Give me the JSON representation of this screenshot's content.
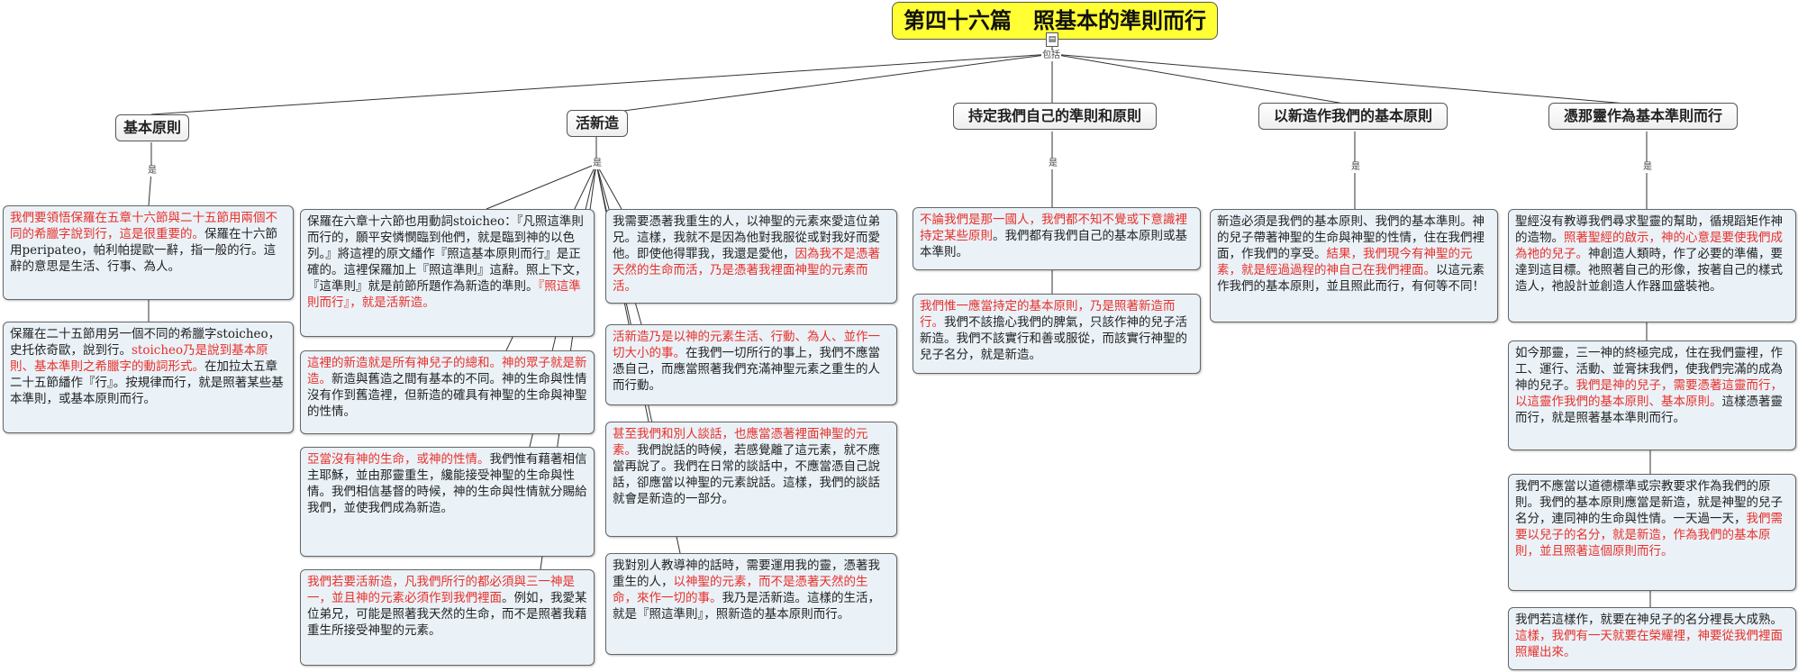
{
  "title": "第四十六篇　照基本的準則而行",
  "icon": "document-icon",
  "edge_labels": {
    "root": "包括",
    "branch": "是"
  },
  "branches": [
    {
      "label": "基本原則",
      "leaves": [
        [
          {
            "t": "我們要領悟保羅在五章十六節與二十五節用兩個不同的希臘字說到行，這是很重要的。",
            "red": true
          },
          {
            "t": "保羅在十六節用peripateo，帕利帕提歐一辭，指一般的行。這辭的意思是生活、行事、為人。",
            "red": false
          }
        ],
        [
          {
            "t": "保羅在二十五節用另一個不同的希臘字stoicheo，史托依奇歐，說到行。",
            "red": false
          },
          {
            "t": "stoicheo乃是說到基本原則、基本準則之希臘字的動詞形式。",
            "red": true
          },
          {
            "t": "在加拉太五章二十五節繙作『行』。按規律而行，就是照著某些基本準則，或基本原則而行。",
            "red": false
          }
        ]
      ]
    },
    {
      "label": "活新造",
      "leaves": [
        [
          {
            "t": "保羅在六章十六節也用動詞stoicheo：『凡照這準則而行的，願平安憐憫臨到他們，就是臨到神的以色列。』將這裡的原文繙作『照這基本原則而行』是正確的。這裡保羅加上『照這準則』這辭。照上下文，『這準則』就是前節所題作為新造的準則。",
            "red": false
          },
          {
            "t": "『照這準則而行』，就是活新造。",
            "red": true
          }
        ],
        [
          {
            "t": "這裡的新造就是所有神兒子的總和。神的眾子就是新造。",
            "red": true
          },
          {
            "t": "新造與舊造之間有基本的不同。神的生命與性情沒有作到舊造裡，但新造的確具有神聖的生命與神聖的性情。",
            "red": false
          }
        ],
        [
          {
            "t": "亞當沒有神的生命，或神的性情。",
            "red": true
          },
          {
            "t": "我們惟有藉著相信主耶穌，並由那靈重生，纔能接受神聖的生命與性情。我們相信基督的時候，神的生命與性情就分賜給我們，並使我們成為新造。",
            "red": false
          }
        ],
        [
          {
            "t": "我們若要活新造，凡我們所行的都必須與三一神是一，並且神的元素必須作到我們裡面",
            "red": true
          },
          {
            "t": "。例如，我愛某位弟兄，可能是照著我天然的生命，而不是照著我藉重生所接受神聖的元素。",
            "red": false
          }
        ],
        [
          {
            "t": "我需要憑著我重生的人，以神聖的元素來愛這位弟兄。這樣，我就不是因為他對我服從或對我好而愛他。即使他得罪我，我還是愛他，",
            "red": false
          },
          {
            "t": "因為我不是憑著天然的生命而活，乃是憑著我裡面神聖的元素而活。",
            "red": true
          }
        ],
        [
          {
            "t": "活新造乃是以神的元素生活、行動、為人、並作一切大小的事。",
            "red": true
          },
          {
            "t": "在我們一切所行的事上，我們不應當憑自己，而應當照著我們充滿神聖元素之重生的人而行動。",
            "red": false
          }
        ],
        [
          {
            "t": "甚至我們和別人談話，也應當憑著裡面神聖的元素。",
            "red": true
          },
          {
            "t": "我們說話的時候，若感覺離了這元素，就不應當再說了。我們在日常的談話中，不應當憑自己說話，卻應當以神聖的元素說話。這樣，我們的談話就會是新造的一部分。",
            "red": false
          }
        ],
        [
          {
            "t": "我對別人教導神的話時，需要運用我的靈，憑著我重生的人，",
            "red": false
          },
          {
            "t": "以神聖的元素，而不是憑著天然的生命，來作一切的事。",
            "red": true
          },
          {
            "t": "我乃是活新造。這樣的生活，就是『照這準則』，照新造的基本原則而行。",
            "red": false
          }
        ]
      ]
    },
    {
      "label": "持定我們自己的準則和原則",
      "leaves": [
        [
          {
            "t": "不論我們是那一國人，我們都不知不覺或下意識裡持定某些原則",
            "red": true
          },
          {
            "t": "。我們都有我們自己的基本原則或基本準則。",
            "red": false
          }
        ],
        [
          {
            "t": "我們惟一應當持定的基本原則，乃是照著新造而行。",
            "red": true
          },
          {
            "t": "我們不該擔心我們的脾氣，只該作神的兒子活新造。我們不該實行和善或服從，而該實行神聖的兒子名分，就是新造。",
            "red": false
          }
        ]
      ]
    },
    {
      "label": "以新造作我們的基本原則",
      "leaves": [
        [
          {
            "t": "新造必須是我們的基本原則、我們的基本準則。神的兒子帶著神聖的生命與神聖的性情，住在我們裡面，作我們的享受。",
            "red": false
          },
          {
            "t": "結果，我們現今有神聖的元素，就是經過過程的神自己在我們裡面。",
            "red": true
          },
          {
            "t": "以這元素作我們的基本原則，並且照此而行，有何等不同！",
            "red": false
          }
        ]
      ]
    },
    {
      "label": "憑那靈作為基本準則而行",
      "leaves": [
        [
          {
            "t": "聖經沒有教導我們尋求聖靈的幫助，循規蹈矩作神的造物。",
            "red": false
          },
          {
            "t": "照著聖經的啟示，神的心意是要使我們成為祂的兒子。",
            "red": true
          },
          {
            "t": "神創造人類時，作了必要的準備，要達到這目標。祂照著自己的形像，按著自己的樣式造人，祂設計並創造人作器皿盛裝祂。",
            "red": false
          }
        ],
        [
          {
            "t": "如今那靈，三一神的終極完成，住在我們靈裡，作工、運行、活動、並膏抹我們，使我們完滿的成為神的兒子。",
            "red": false
          },
          {
            "t": "我們是神的兒子，需要憑著這靈而行，以這靈作我們的基本原則、基本原則。",
            "red": true
          },
          {
            "t": "這樣憑著靈而行，就是照著基本準則而行。",
            "red": false
          }
        ],
        [
          {
            "t": "我們不應當以道德標準或宗教要求作為我們的原則。我們的基本原則應當是新造，就是神聖的兒子名分，連同神的生命與性情。一天過一天，",
            "red": false
          },
          {
            "t": "我們需要以兒子的名分，就是新造，作為我們的基本原則，並且照著這個原則而行。",
            "red": true
          }
        ],
        [
          {
            "t": "我們若這樣作，就要在神兒子的名分裡長大成熟。",
            "red": false
          },
          {
            "t": "這樣，我們有一天就要在榮耀裡，神要從我們裡面照耀出來。",
            "red": true
          }
        ]
      ]
    }
  ]
}
